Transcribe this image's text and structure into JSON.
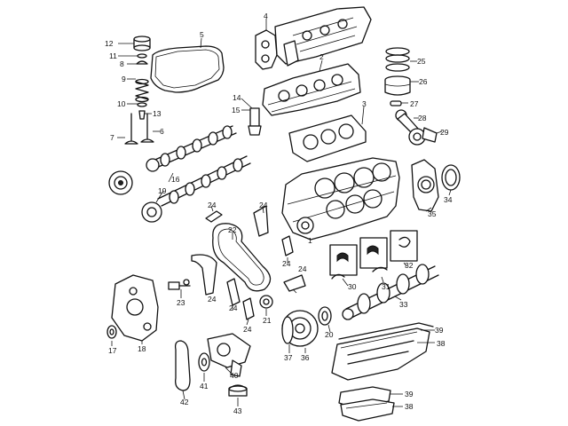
{
  "diagram": {
    "callouts": [
      {
        "id": "c1",
        "text": "1"
      },
      {
        "id": "c2",
        "text": "2"
      },
      {
        "id": "c3",
        "text": "3"
      },
      {
        "id": "c4",
        "text": "4"
      },
      {
        "id": "c5",
        "text": "5"
      },
      {
        "id": "c6",
        "text": "6"
      },
      {
        "id": "c7",
        "text": "7"
      },
      {
        "id": "c8",
        "text": "8"
      },
      {
        "id": "c9",
        "text": "9"
      },
      {
        "id": "c10",
        "text": "10"
      },
      {
        "id": "c11",
        "text": "11"
      },
      {
        "id": "c12",
        "text": "12"
      },
      {
        "id": "c13",
        "text": "13"
      },
      {
        "id": "c14",
        "text": "14"
      },
      {
        "id": "c15",
        "text": "15"
      },
      {
        "id": "c16",
        "text": "16"
      },
      {
        "id": "c17",
        "text": "17"
      },
      {
        "id": "c18",
        "text": "18"
      },
      {
        "id": "c19",
        "text": "19"
      },
      {
        "id": "c20",
        "text": "20"
      },
      {
        "id": "c21",
        "text": "21"
      },
      {
        "id": "c22",
        "text": "22"
      },
      {
        "id": "c23",
        "text": "23"
      },
      {
        "id": "c24a",
        "text": "24"
      },
      {
        "id": "c24b",
        "text": "24"
      },
      {
        "id": "c24c",
        "text": "24"
      },
      {
        "id": "c24d",
        "text": "24"
      },
      {
        "id": "c24e",
        "text": "24"
      },
      {
        "id": "c24f",
        "text": "24"
      },
      {
        "id": "c24g",
        "text": "24"
      },
      {
        "id": "c25",
        "text": "25"
      },
      {
        "id": "c26",
        "text": "26"
      },
      {
        "id": "c27",
        "text": "27"
      },
      {
        "id": "c28",
        "text": "28"
      },
      {
        "id": "c29",
        "text": "29"
      },
      {
        "id": "c30",
        "text": "30"
      },
      {
        "id": "c31",
        "text": "31"
      },
      {
        "id": "c32",
        "text": "32"
      },
      {
        "id": "c33",
        "text": "33"
      },
      {
        "id": "c34",
        "text": "34"
      },
      {
        "id": "c35",
        "text": "35"
      },
      {
        "id": "c36",
        "text": "36"
      },
      {
        "id": "c37",
        "text": "37"
      },
      {
        "id": "c38a",
        "text": "38"
      },
      {
        "id": "c38b",
        "text": "38"
      },
      {
        "id": "c39a",
        "text": "39"
      },
      {
        "id": "c39b",
        "text": "39"
      },
      {
        "id": "c40",
        "text": "40"
      },
      {
        "id": "c41",
        "text": "41"
      },
      {
        "id": "c42",
        "text": "42"
      },
      {
        "id": "c43",
        "text": "43"
      }
    ]
  }
}
